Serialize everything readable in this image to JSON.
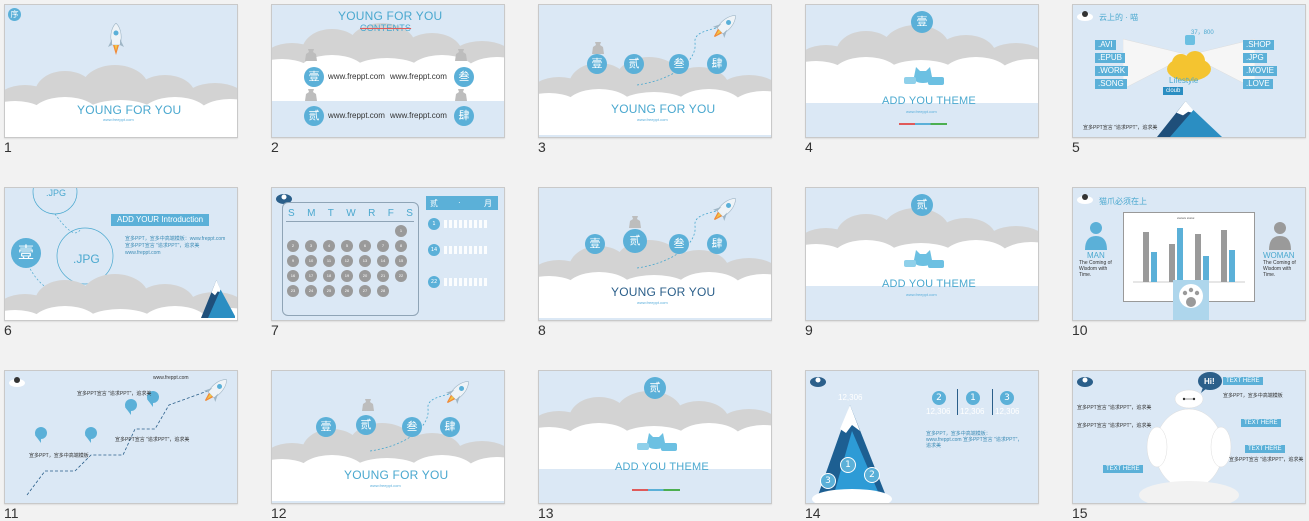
{
  "colors": {
    "sky": "#dbe8f5",
    "accent": "#5bb0d8",
    "cloud_gray": "#cfcfcf",
    "text_blue": "#4aa8cf"
  },
  "slides": [
    {
      "num": "1",
      "badge": "序",
      "title": "YOUNG FOR YOU",
      "site": "www.freeppt.com"
    },
    {
      "num": "2",
      "title": "YOUNG FOR YOU",
      "subtitle": "CONTENTS",
      "labels": [
        "壹",
        "贰",
        "叁",
        "肆"
      ],
      "urls": [
        "www.freppt.com",
        "www.freppt.com",
        "www.freppt.com",
        "www.freppt.com"
      ]
    },
    {
      "num": "3",
      "labels": [
        "壹",
        "贰",
        "叁",
        "肆"
      ],
      "title": "YOUNG FOR YOU",
      "site": "www.freeppt.com"
    },
    {
      "num": "4",
      "badge": "壹",
      "title": "ADD YOU THEME",
      "site": "www.freeppt.com"
    },
    {
      "num": "5",
      "header": "云上的 · 喵",
      "count": "37，800",
      "left_items": [
        ".AVI",
        ".EPUB",
        ".WORK",
        ".SONG"
      ],
      "right_items": [
        ".SHOP",
        ".JPG",
        ".MOVIE",
        ".LOVE"
      ],
      "center": "Lifestyle",
      "tag": "cloub",
      "footer": "宣多PPT宣言 \"追求PPT\"，追求美"
    },
    {
      "num": "6",
      "top": ".JPG",
      "label": ".JPG",
      "badge": "壹",
      "banner": "ADD YOUR Introduction",
      "lines": [
        "宣多PPT，宣多中高端模板：www.freppt.com",
        "宣多PPT宣言 \"追求PPT\"，追求美",
        "www.freppt.com"
      ]
    },
    {
      "num": "7",
      "weekdays": [
        "S",
        "M",
        "T",
        "W",
        "R",
        "F",
        "S"
      ],
      "month_left": "贰",
      "month_dot": "·",
      "month_right": "月",
      "days": [
        "1",
        "2",
        "3",
        "4",
        "5",
        "6",
        "7",
        "8",
        "9",
        "10",
        "11",
        "12",
        "13",
        "14",
        "15",
        "16",
        "17",
        "18",
        "19",
        "20",
        "21",
        "22",
        "23",
        "24",
        "25",
        "26",
        "27",
        "28"
      ],
      "events": [
        {
          "day": "1"
        },
        {
          "day": "14"
        },
        {
          "day": "22"
        }
      ]
    },
    {
      "num": "8",
      "labels": [
        "壹",
        "贰",
        "叁",
        "肆"
      ],
      "title": "YOUNG FOR YOU",
      "site": "www.freeppt.com"
    },
    {
      "num": "9",
      "badge": "贰",
      "title": "ADD YOU THEME",
      "site": "www.freeppt.com"
    },
    {
      "num": "10",
      "header": "猫爪必须在上",
      "left_title": "MAN",
      "left_text": "The Coming of Wisdom with Time.",
      "right_title": "WOMAN",
      "right_text": "The Coming of Wisdom with Time.",
      "chart_title": "xxxxxx xxxxx"
    },
    {
      "num": "11",
      "notes": [
        "宣多PPT宣言 \"追求PPT\"，追求美",
        "宣多PPT，宣多中高端模板",
        "宣多PPT宣言 \"追求PPT\"，追求美",
        "www.freppt.com"
      ]
    },
    {
      "num": "12",
      "labels": [
        "壹",
        "贰",
        "叁",
        "肆"
      ],
      "title": "YOUNG FOR YOU",
      "site": "www.freeppt.com"
    },
    {
      "num": "13",
      "badge": "贰",
      "title": "ADD YOU THEME"
    },
    {
      "num": "14",
      "peak": "12,306",
      "markers": [
        "2",
        "1",
        "3"
      ],
      "values": [
        "12,306",
        "12,306",
        "12,306"
      ],
      "mountain_labels": [
        "1",
        "2",
        "3"
      ],
      "text": "宣多PPT，宣多中高端模板：www.freppt.com 宣多PPT宣言 \"追求PPT\"，追求美"
    },
    {
      "num": "15",
      "bubble": "Hi!",
      "tags": [
        "TEXT HERE",
        "TEXT HERE",
        "TEXT HERE",
        "TEXT HERE"
      ],
      "notes": [
        "宣多PPT宣言 \"追求PPT\"，追求美",
        "宣多PPT宣言 \"追求PPT\"，追求美",
        "宣多PPT，宣多中高端模板",
        "宣多PPT宣言 \"追求PPT\"，追求美"
      ]
    }
  ]
}
